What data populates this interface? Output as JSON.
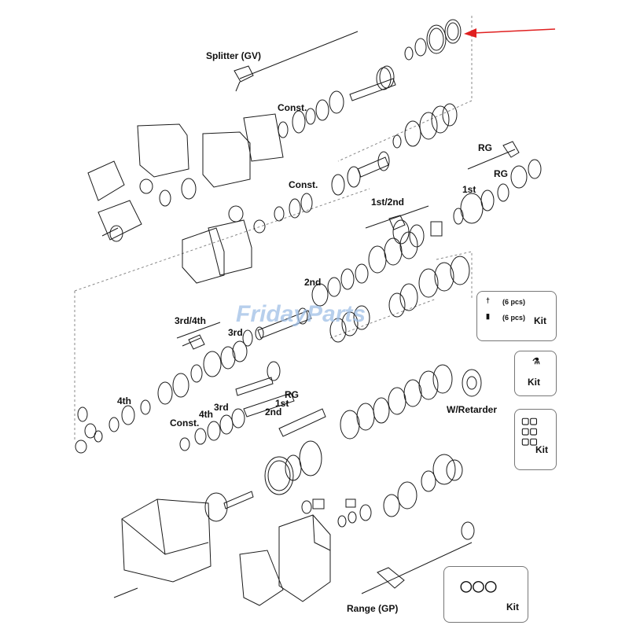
{
  "labels": {
    "splitter": "Splitter (GV)",
    "const1": "Const.",
    "const2": "Const.",
    "rg_top": "RG",
    "rg_mid": "RG",
    "first_right": "1st",
    "first_second": "1st/2nd",
    "second": "2nd",
    "third_fourth": "3rd/4th",
    "third_a": "3rd",
    "fourth_a": "4th",
    "const3": "Const.",
    "fourth_b": "4th",
    "third_b": "3rd",
    "rg_low": "RG",
    "first_low": "1st",
    "second_low": "2nd",
    "retarder": "W/Retarder",
    "range": "Range (GP)"
  },
  "kits": {
    "kit1": {
      "row1": "(6 pcs)",
      "row2": "(6 pcs)",
      "title": "Kit"
    },
    "kit2": {
      "title": "Kit"
    },
    "kit3": {
      "title": "Kit"
    },
    "kit4": {
      "title": "Kit"
    }
  },
  "watermark": "FridayParts",
  "colors": {
    "arrow": "#e02020",
    "line": "#1a1a1a",
    "watermark": "#9fbfe6"
  }
}
